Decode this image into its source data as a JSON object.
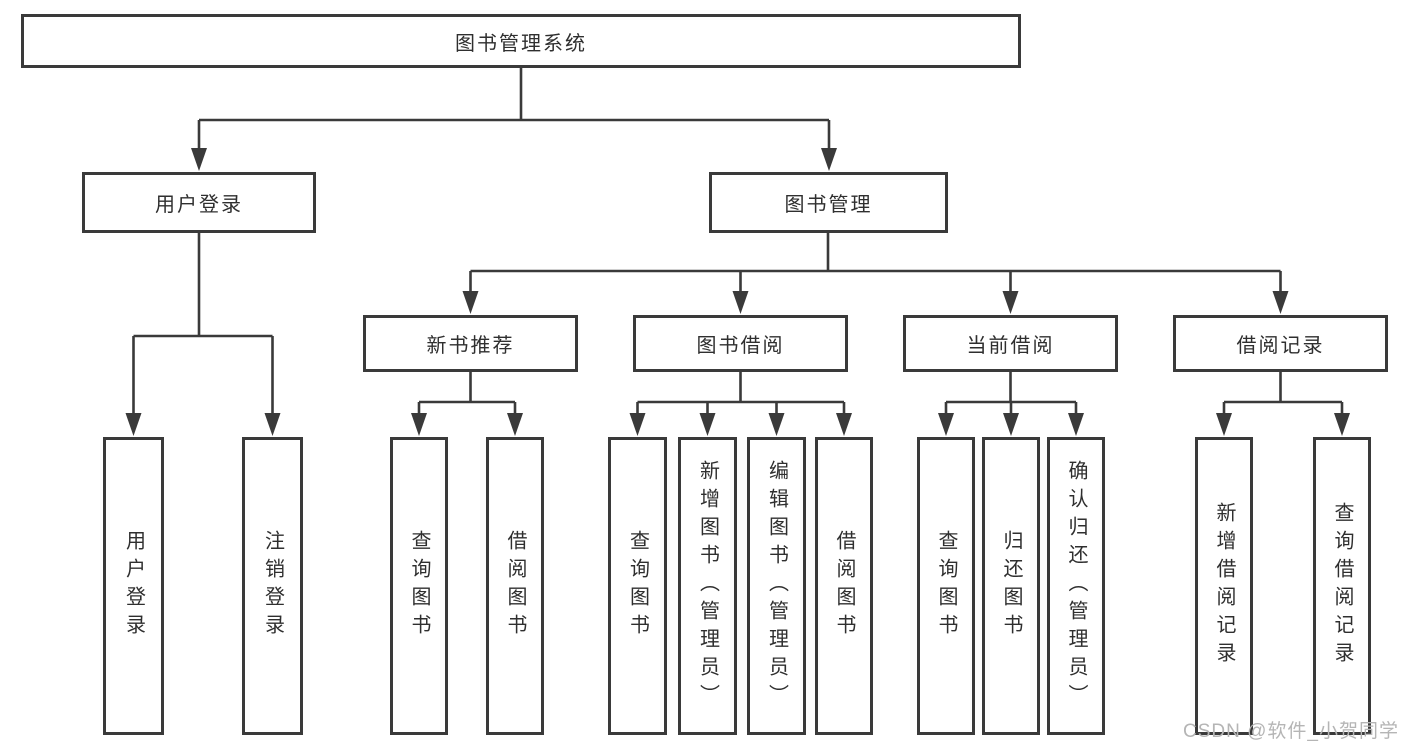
{
  "diagram": {
    "root": {
      "label": "图书管理系统"
    },
    "level2": [
      {
        "label": "用户登录",
        "children": [
          {
            "label": "用户登录"
          },
          {
            "label": "注销登录"
          }
        ]
      },
      {
        "label": "图书管理",
        "children": [
          {
            "label": "新书推荐",
            "children": [
              {
                "label": "查询图书"
              },
              {
                "label": "借阅图书"
              }
            ]
          },
          {
            "label": "图书借阅",
            "children": [
              {
                "label": "查询图书"
              },
              {
                "label": "新增图书（管理员）"
              },
              {
                "label": "编辑图书（管理员）"
              },
              {
                "label": "借阅图书"
              }
            ]
          },
          {
            "label": "当前借阅",
            "children": [
              {
                "label": "查询图书"
              },
              {
                "label": "归还图书"
              },
              {
                "label": "确认归还（管理员）"
              }
            ]
          },
          {
            "label": "借阅记录",
            "children": [
              {
                "label": "新增借阅记录"
              },
              {
                "label": "查询借阅记录"
              }
            ]
          }
        ]
      }
    ]
  },
  "watermark": "CSDN @软件_小贺同学",
  "colors": {
    "line": "#3a3a3a",
    "box_border": "#3a3a3a",
    "text": "#2f2f2f",
    "watermark": "#b5b5b5",
    "background": "#ffffff"
  }
}
